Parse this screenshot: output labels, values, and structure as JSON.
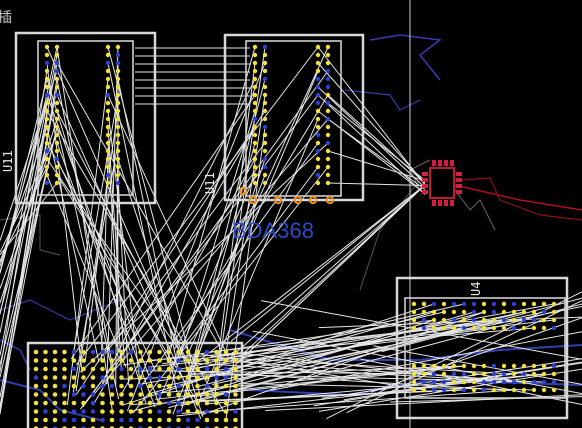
{
  "viewer": {
    "net_label": "BDA368",
    "corner_glyph": "插"
  },
  "components": {
    "u1": {
      "ref": "U11"
    },
    "u2": {
      "ref": "U11"
    },
    "u3": {
      "ref": "U4"
    }
  },
  "colors": {
    "background": "#000000",
    "silkscreen": "#d8d8d8",
    "ratsnest": "#ffffff",
    "pad_yellow": "#f0e040",
    "pad_blue": "#3040d0",
    "pad_orange": "#e89020",
    "net_highlight": "#2f4fc8",
    "trace_red": "#b01020",
    "trace_blue": "#3a3ab0",
    "cursor_line": "#d0d0d0"
  }
}
